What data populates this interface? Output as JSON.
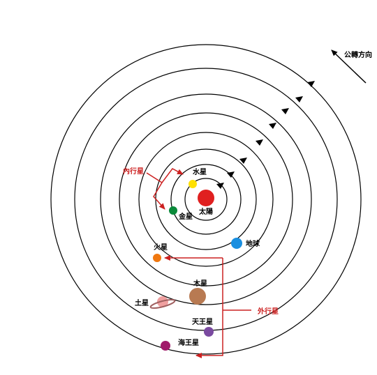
{
  "direction_label": "公轉方向",
  "sun": {
    "label": "太陽",
    "color": "#e02020"
  },
  "planets": [
    {
      "key": "mercury",
      "label": "水星",
      "color": "#ffe000"
    },
    {
      "key": "venus",
      "label": "金星",
      "color": "#0a8a3a"
    },
    {
      "key": "earth",
      "label": "地球",
      "color": "#1a8fe0"
    },
    {
      "key": "mars",
      "label": "火星",
      "color": "#f07810"
    },
    {
      "key": "jupiter",
      "label": "木星",
      "color": "#b87a52"
    },
    {
      "key": "saturn",
      "label": "土星",
      "color": "#f0a0a0"
    },
    {
      "key": "uranus",
      "label": "天王星",
      "color": "#7a4aa0"
    },
    {
      "key": "neptune",
      "label": "海王星",
      "color": "#a01a6a"
    }
  ],
  "groups": {
    "inner_label": "內行星",
    "outer_label": "外行星",
    "bracket_color": "#cc2020"
  }
}
